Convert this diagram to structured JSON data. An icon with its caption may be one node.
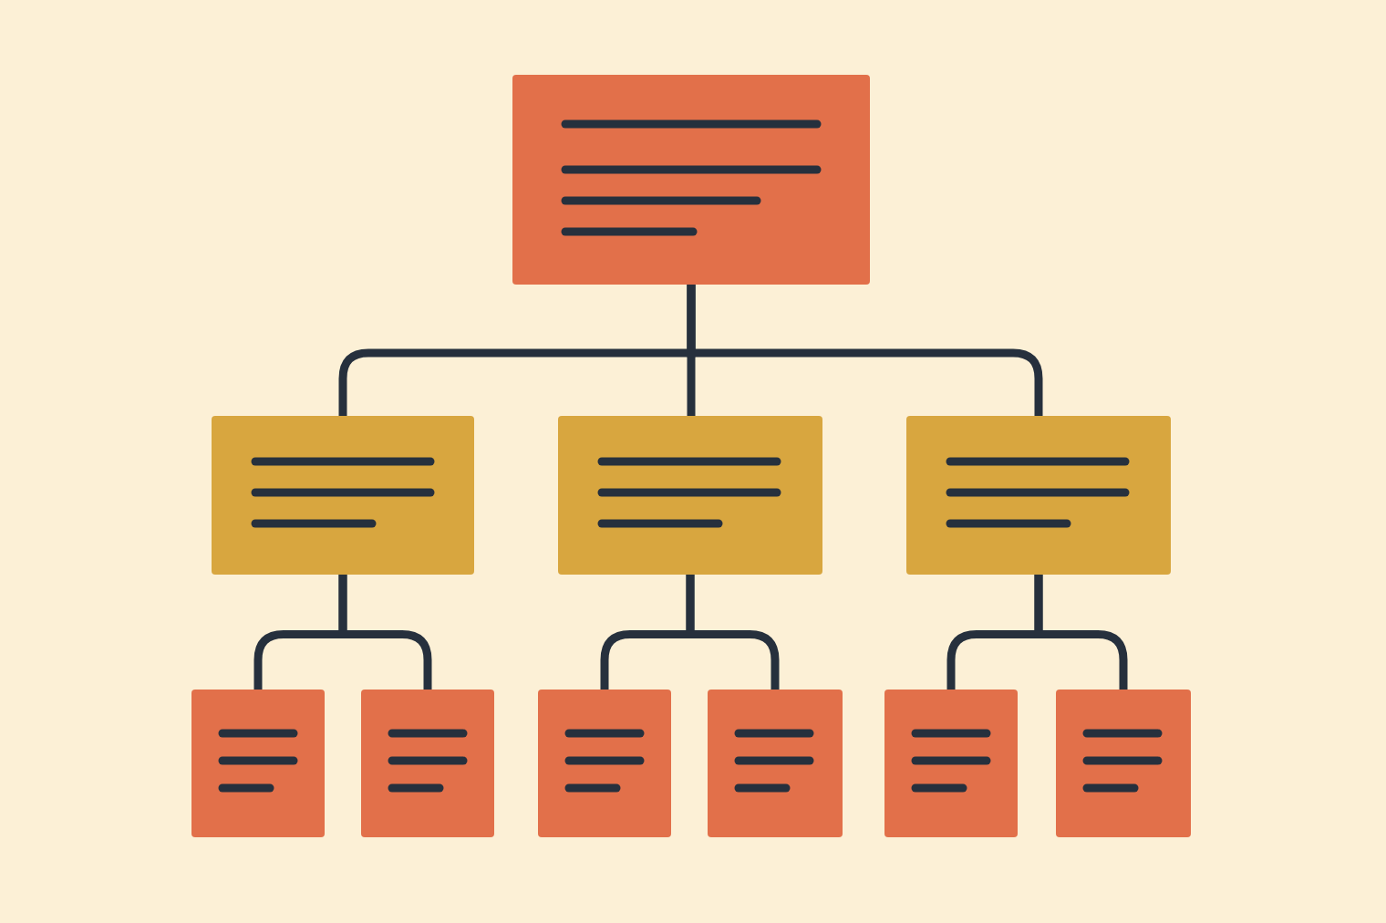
{
  "diagram": {
    "nodes": [
      {
        "text": [],
        "shape": "box"
      },
      {
        "text": [],
        "shape": "box"
      },
      {
        "text": [],
        "shape": "box"
      },
      {
        "text": [],
        "shape": "box"
      },
      {
        "text": [],
        "shape": "box"
      },
      {
        "text": [],
        "shape": "box"
      },
      {
        "text": [],
        "shape": "box"
      },
      {
        "text": [],
        "shape": "box"
      },
      {
        "text": [],
        "shape": "box"
      },
      {
        "text": [],
        "shape": "box"
      }
    ],
    "edges": [
      {
        "from": 0,
        "to": 1,
        "arrow": "none"
      },
      {
        "from": 0,
        "to": 2,
        "arrow": "none"
      },
      {
        "from": 0,
        "to": 3,
        "arrow": "none"
      },
      {
        "from": 1,
        "to": 4,
        "arrow": "none"
      },
      {
        "from": 1,
        "to": 5,
        "arrow": "none"
      },
      {
        "from": 2,
        "to": 6,
        "arrow": "none"
      },
      {
        "from": 2,
        "to": 7,
        "arrow": "none"
      },
      {
        "from": 3,
        "to": 8,
        "arrow": "none"
      },
      {
        "from": 3,
        "to": 9,
        "arrow": "none"
      }
    ]
  }
}
